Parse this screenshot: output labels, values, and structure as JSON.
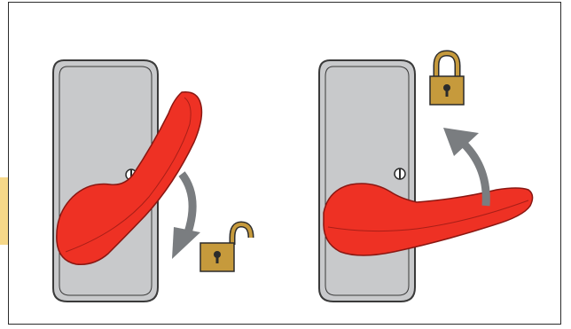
{
  "diagram": {
    "panels": [
      {
        "state": "unlock",
        "lever_position": "raised",
        "arrow_direction": "down",
        "lock_icon": "padlock-open-icon"
      },
      {
        "state": "lock",
        "lever_position": "horizontal",
        "arrow_direction": "up",
        "lock_icon": "padlock-closed-icon"
      }
    ],
    "colors": {
      "lever": "#ee3124",
      "lever_outline": "#8a1712",
      "plate": "#c8c9cb",
      "plate_outline": "#3a3a3a",
      "arrow": "#7a7d80",
      "padlock_body": "#c69a3c",
      "padlock_shackle": "#c69a3c",
      "side_tab": "#f6d889",
      "frame_border": "#2b2b2b"
    }
  }
}
